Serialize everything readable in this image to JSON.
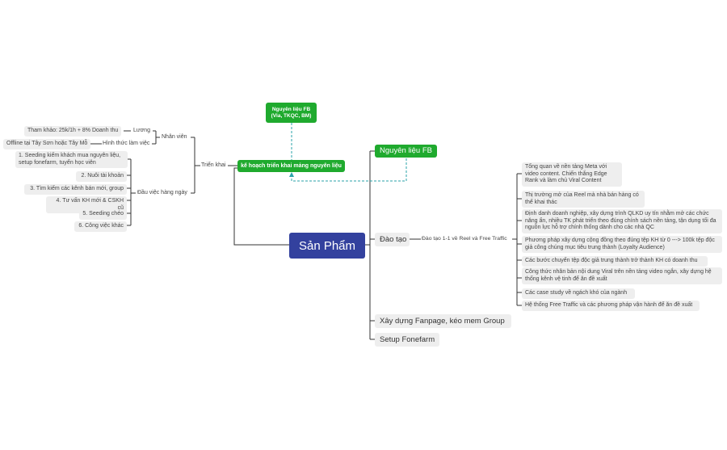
{
  "root": "Sản Phẩm",
  "branches": {
    "nguyen_lieu_fb": "Nguyên liệu FB",
    "dao_tao": "Đào tạo",
    "xay_dung_fanpage": "Xây dựng Fanpage, kéo mem Group",
    "setup_fonefarm": "Setup Fonefarm"
  },
  "floating": {
    "nguyen_lieu_fb_small": "Nguyên liệu FB\n(Via, TKQC, BM)"
  },
  "left": {
    "ke_hoach": "kế hoạch triển khai mảng nguyên liệu",
    "trien_khai": "Triển khai",
    "nhan_vien": "Nhân viên",
    "luong": "Lương",
    "luong_detail": "Tham khảo: 25k/1h + 8% Doanh thu",
    "hinh_thuc": "Hình thức làm việc",
    "hinh_thuc_detail": "Offline tại Tây Sơn hoặc Tây Mỗ",
    "dau_viec": "Đầu việc hàng ngày",
    "tasks": [
      "1. Seeding kiếm khách mua nguyên liệu,\nsetup fonefarm, tuyển học viên",
      "2. Nuôi tài khoản",
      "3. Tìm kiếm các kênh bán mới, group",
      "4. Tư vấn KH mới & CSKH cũ",
      "5. Seeding chéo",
      "6. Công việc khác"
    ]
  },
  "dao_tao_sub": {
    "label": "Đào tạo 1-1 về Reel và Free Traffic",
    "items": [
      "Tổng quan về nền tảng Meta với video content. Chiến thắng Edge Rank và làm chủ Viral Content",
      "Thị trường mở của Reel mà nhà bán hàng có thể khai thác",
      "Định danh doanh nghiệp, xây dựng trình QLKD uy tín nhằm mở các chức năng ẩn, nhiều TK phát triển theo đúng chính sách nền tảng, tận dụng tối đa nguồn lực hỗ trợ chính thống dành cho các nhà QC",
      "Phương pháp xây dựng cộng đồng theo đúng tệp KH từ 0 ---> 100k tệp độc giả công chúng mục tiêu trung thành (Loyalty Audience)",
      "Các bước chuyển tệp độc giả trung thành trở thành KH có doanh thu",
      "Công thức nhân bản nội dung Viral trên nền tảng video ngắn, xây dựng hệ thống kênh vệ tinh để ăn đề xuất",
      "Các case study về ngách khó của ngành",
      "Hệ thống Free Traffic và các phương pháp vận hành để ăn đề xuất"
    ]
  },
  "colors": {
    "root": "#33419e",
    "green": "#1faa2e",
    "pill": "#eeeeee",
    "line": "#333333",
    "dashed": "#2aa3a8"
  }
}
